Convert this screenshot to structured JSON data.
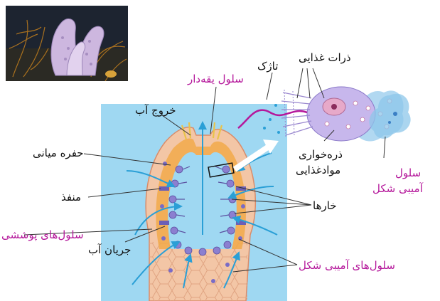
{
  "labels": {
    "food_particles": "ذرات غذایی",
    "flagellum": "تاژک",
    "collar_cell": "سلول یقه‌دار",
    "water_outflow": "خروج آب",
    "central_cavity": "حفره میانی",
    "phagocytosis_line1": "ذره‌خواری",
    "phagocytosis_line2": "موادغذایی",
    "amoeboid_cell_line1": "سلول",
    "amoeboid_cell_line2": "آمیبی شکل",
    "pore": "منفذ",
    "spicules": "خارها",
    "covering_cells": "سلول‌های پوششی",
    "water_current": "جریان آب",
    "amoeboid_cells": "سلول‌های آمیبی شکل"
  },
  "colors": {
    "panel": "#9fd8f2",
    "label_black": "#111111",
    "label_magenta": "#b5189b",
    "arrow": "#2a9fd6",
    "collar": "#8b7fd0",
    "wall": "#f3c6a6"
  },
  "icons": {
    "photo": "sponge-photo"
  }
}
